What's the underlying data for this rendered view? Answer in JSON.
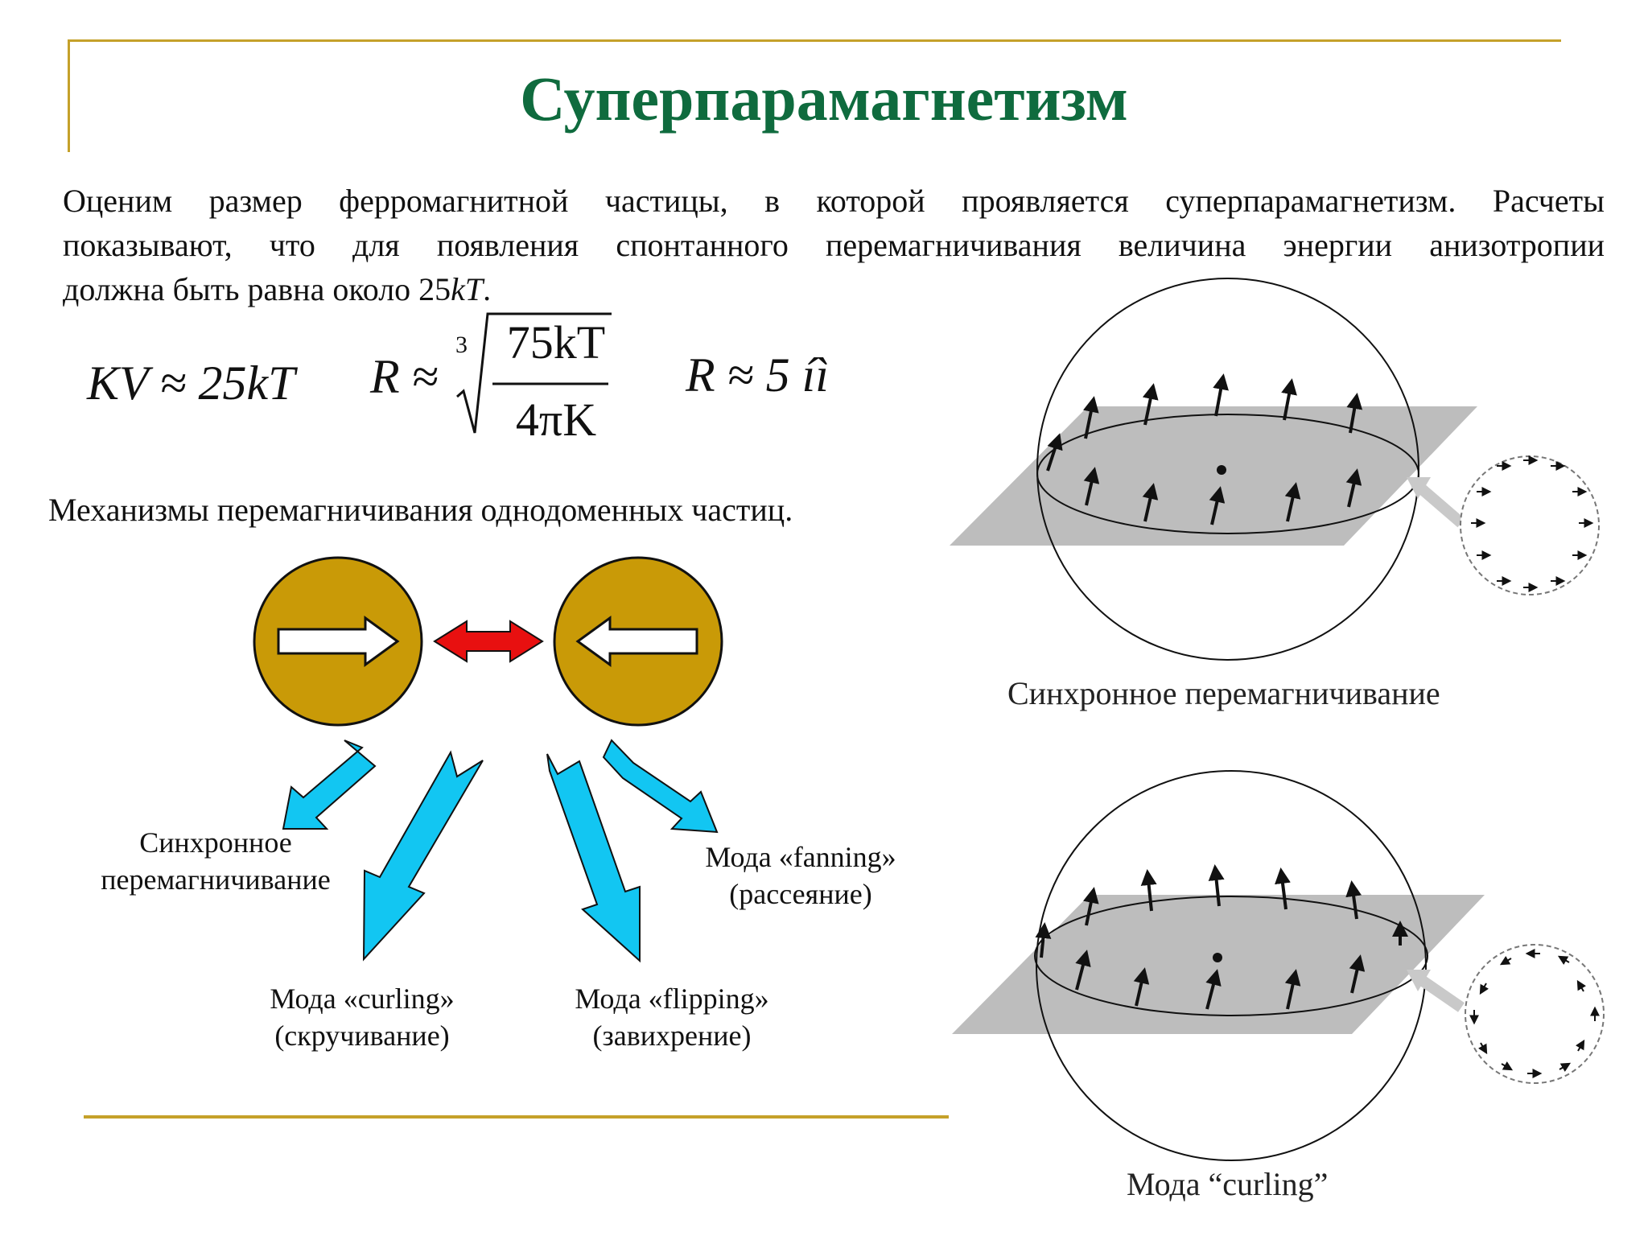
{
  "title": "Суперпарамагнетизм",
  "intro": {
    "line1": "Оценим размер ферромагнитной частицы, в которой проявляется суперпарамагнетизм. Расчеты",
    "line2": "показывают, что для появления спонтанного перемагничивания величина энергии анизотропии",
    "line3_text": "должна быть равна около 25",
    "line3_var": "kT",
    "line3_end": "."
  },
  "formulas": {
    "f1": "KV ≈ 25kT",
    "f2_left": "R ≈",
    "f2_index": "3",
    "f2_num": "75kT",
    "f2_den": "4πK",
    "f3": "R ≈ 5 íì"
  },
  "mechanisms_heading": "Механизмы перемагничивания однодоменных частиц.",
  "mode_labels": {
    "sync_line1": "Синхронное",
    "sync_line2": "перемагничивание",
    "fanning_line1": "Мода «fanning»",
    "fanning_line2": "(рассеяние)",
    "curling_line1": "Мода «curling»",
    "curling_line2": "(скручивание)",
    "flipping_line1": "Мода «flipping»",
    "flipping_line2": "(завихрение)"
  },
  "captions": {
    "top": "Синхронное перемагничивание",
    "bottom": "Мода “curling”"
  },
  "colors": {
    "title": "#0f6b3e",
    "frame": "#c5a12a",
    "particle": "#c99a07",
    "swap_arrow": "#e81010",
    "mode_arrow": "#12c6f2",
    "plane": "#bdbdbd"
  }
}
